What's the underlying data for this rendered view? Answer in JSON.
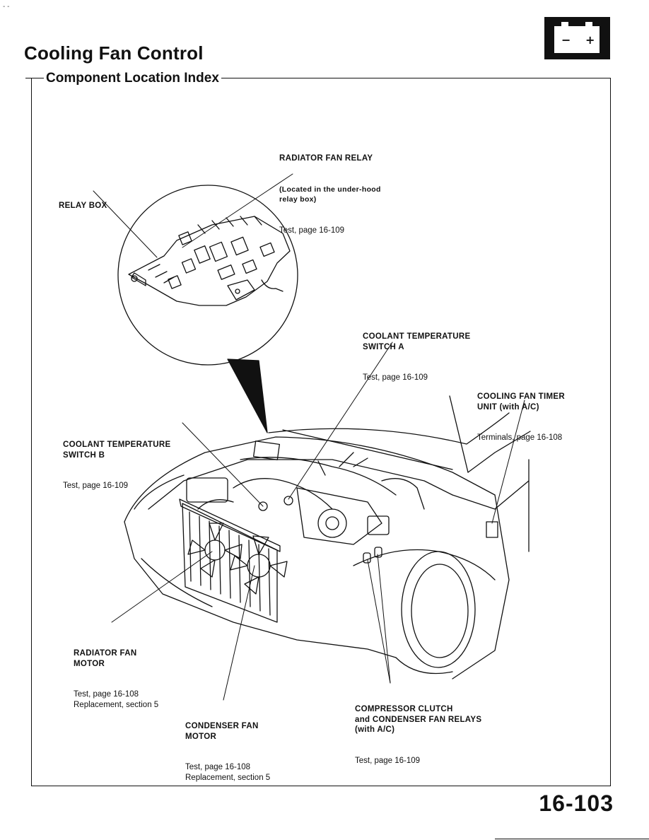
{
  "page": {
    "title": "Cooling Fan Control",
    "section_title": "Component Location Index",
    "page_number": "16-103",
    "corner_marks": "- -"
  },
  "battery_icon": {
    "name": "battery-icon",
    "minus": "−",
    "plus": "+"
  },
  "callouts": {
    "radiator_fan_relay": {
      "title": "RADIATOR FAN RELAY",
      "note": "(Located in the under-hood\nrelay box)",
      "ref": "Test, page 16-109"
    },
    "relay_box": {
      "title": "RELAY BOX"
    },
    "coolant_temp_switch_a": {
      "title": "COOLANT TEMPERATURE\nSWITCH A",
      "ref": "Test, page 16-109"
    },
    "cooling_fan_timer": {
      "title": "COOLING FAN TIMER\nUNIT (with A/C)",
      "ref": "Terminals, page 16-108"
    },
    "coolant_temp_switch_b": {
      "title": "COOLANT TEMPERATURE\nSWITCH B",
      "ref": "Test, page 16-109"
    },
    "radiator_fan_motor": {
      "title": "RADIATOR FAN\nMOTOR",
      "ref": "Test, page 16-108\nReplacement, section 5"
    },
    "condenser_fan_motor": {
      "title": "CONDENSER FAN\nMOTOR",
      "ref": "Test, page 16-108\nReplacement, section 5"
    },
    "compressor_relays": {
      "title": "COMPRESSOR CLUTCH\nand CONDENSER FAN RELAYS\n(with A/C)",
      "ref": "Test, page 16-109"
    }
  }
}
